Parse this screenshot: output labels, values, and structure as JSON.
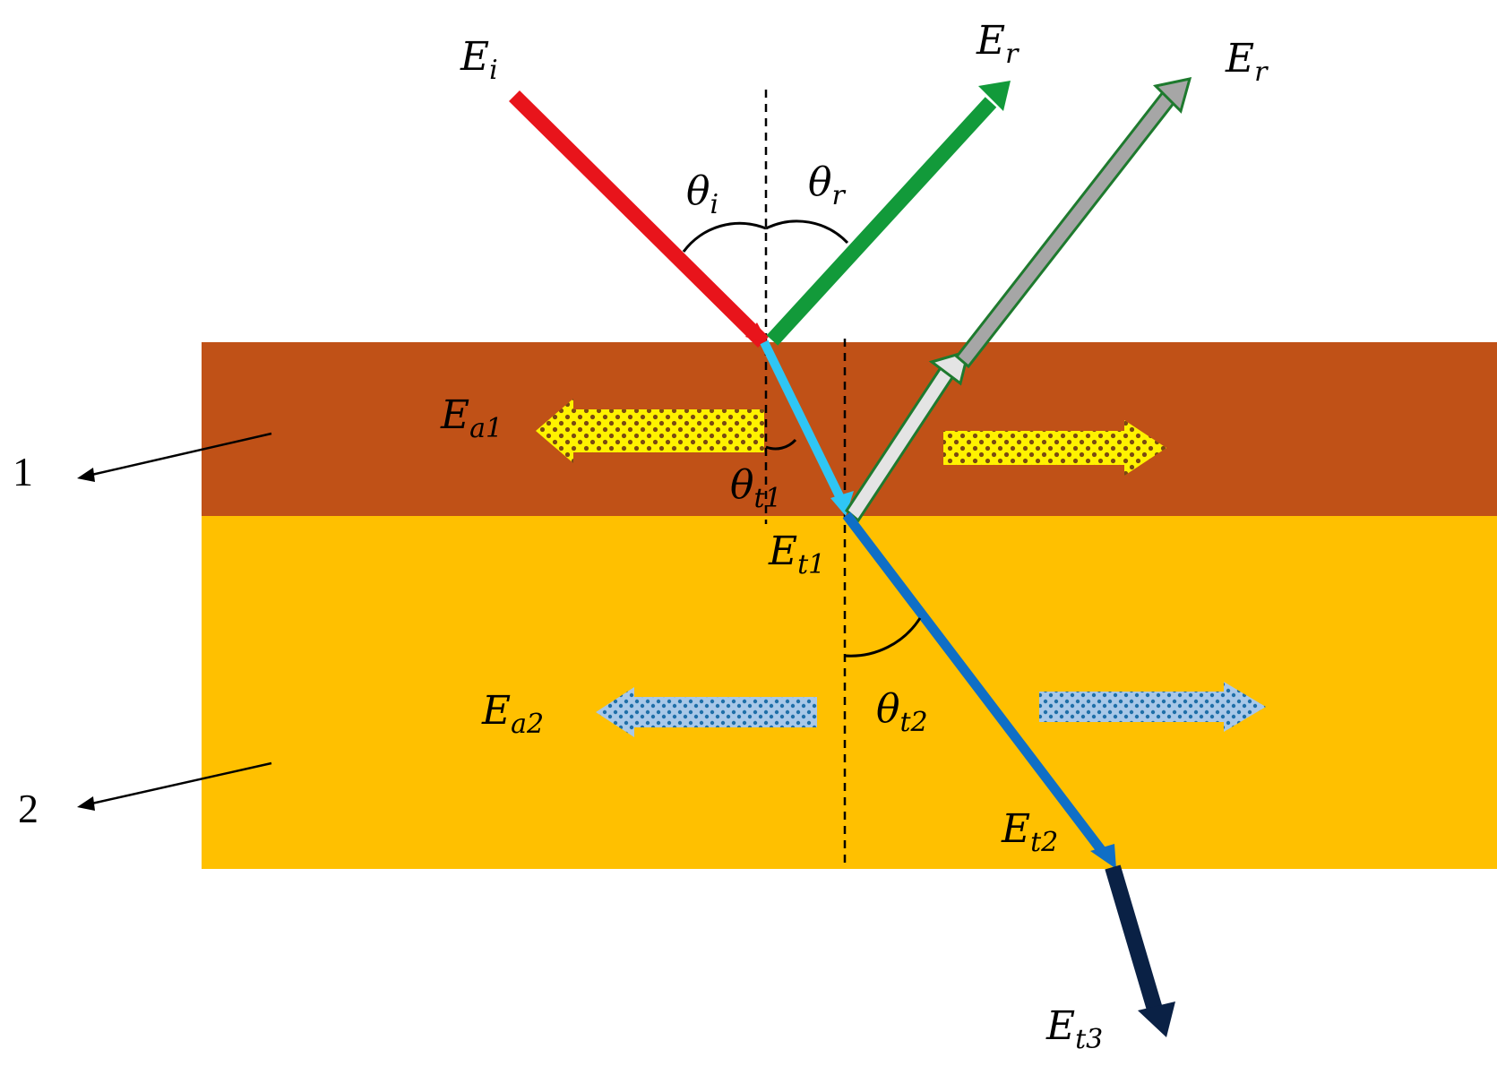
{
  "colors": {
    "layer1": "#C05117",
    "layer2": "#FFC000",
    "incident": "#E8141B",
    "reflected": "#129A3A",
    "reflected2_fill": "#A6A6A6",
    "reflected2_outline": "#1E7A2E",
    "transmitted1": "#2FC6F4",
    "transmitted2": "#0F6FC6",
    "transmitted3": "#0A2145",
    "absorbed1_fill": "#FFF200",
    "absorbed1_dots": "#7A4A12",
    "absorbed2_fill": "#A9C8E8",
    "absorbed2_dots": "#1F6FA8"
  },
  "labels": {
    "E": "E",
    "theta": "θ",
    "sub_i": "i",
    "sub_r": "r",
    "sub_a1": "a1",
    "sub_a2": "a2",
    "sub_t1": "t1",
    "sub_t2": "t2",
    "sub_t3": "t3",
    "layer1": "1",
    "layer2": "2"
  }
}
